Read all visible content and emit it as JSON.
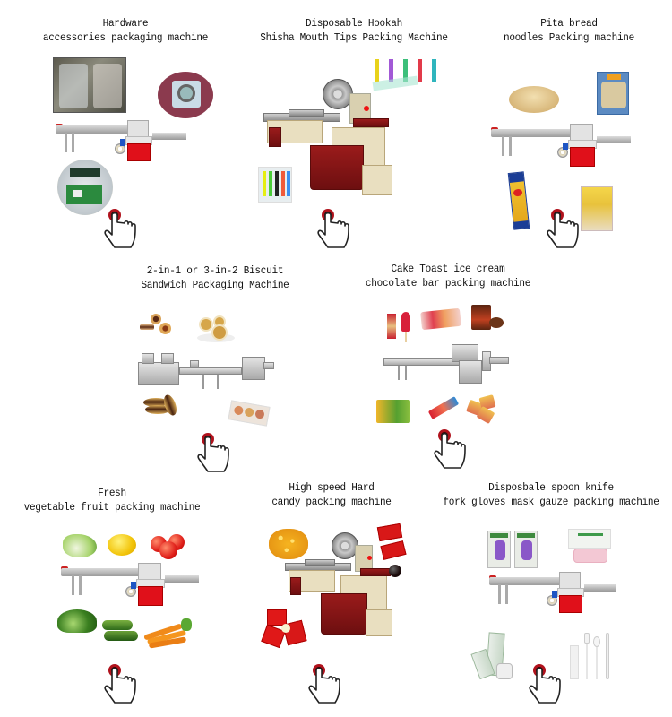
{
  "page": {
    "background": "#ffffff",
    "accent_red": "#e0101a",
    "pointer_red": "#b0121c"
  },
  "cards": [
    {
      "id": "hardware",
      "title_line1": "Hardware",
      "title_line2": "accessories packaging machine",
      "machine": "flow-wrap-red",
      "products": [
        "clear-bag-hardware-parts",
        "bearing-in-bag",
        "circuit-board-in-bag"
      ],
      "pointer_icon": "hand-pointer-icon"
    },
    {
      "id": "hookah",
      "title_line1": "Disposable Hookah",
      "title_line2": "Shisha Mouth Tips Packing Machine",
      "machine": "pillow-candy-maroon",
      "products": [
        "colored-mouth-tips",
        "packed-mouth-tips"
      ],
      "pointer_icon": "hand-pointer-icon"
    },
    {
      "id": "pita",
      "title_line1": "Pita bread",
      "title_line2": "noodles Packing machine",
      "machine": "flow-wrap-red",
      "products": [
        "pita-bread-stack",
        "pita-bag",
        "spaghetti-pack",
        "pasta-bag"
      ],
      "pointer_icon": "hand-pointer-icon"
    },
    {
      "id": "biscuit",
      "title_line1": "2-in-1 or 3-in-2 Biscuit",
      "title_line2": "Sandwich Packaging Machine",
      "machine": "stainless-sandwich-line",
      "products": [
        "cookies",
        "sandwich-biscuits-plate",
        "chocolate-sandwich-biscuits",
        "biscuit-tray-pack"
      ],
      "pointer_icon": "hand-pointer-icon"
    },
    {
      "id": "cake",
      "title_line1": "Cake Toast ice cream",
      "title_line2": "chocolate bar packing machine",
      "machine": "stainless-flow-wrap",
      "products": [
        "ice-cream-bar",
        "cake-pack",
        "chocolate-pie",
        "biscuit-pack",
        "chocolate-bar",
        "small-cakes"
      ],
      "pointer_icon": "hand-pointer-icon"
    },
    {
      "id": "vegetable",
      "title_line1": "Fresh",
      "title_line2": "vegetable fruit packing machine",
      "machine": "flow-wrap-red",
      "products": [
        "cabbage",
        "lemon",
        "tomatoes",
        "lettuce",
        "cucumbers",
        "carrots"
      ],
      "pointer_icon": "hand-pointer-icon"
    },
    {
      "id": "candy",
      "title_line1": "High speed Hard",
      "title_line2": "candy packing machine",
      "machine": "pillow-candy-maroon",
      "products": [
        "orange-candies",
        "red-candy-packs",
        "dark-candy-ball",
        "red-candy-packs-2"
      ],
      "pointer_icon": "hand-pointer-icon"
    },
    {
      "id": "spoon",
      "title_line1": "Disposbale spoon knife",
      "title_line2": "fork gloves mask gauze packing machine",
      "machine": "flow-wrap-red",
      "products": [
        "gloves-packs",
        "face-mask-pack",
        "gauze-rolls",
        "plastic-cutlery"
      ],
      "pointer_icon": "hand-pointer-icon"
    }
  ]
}
